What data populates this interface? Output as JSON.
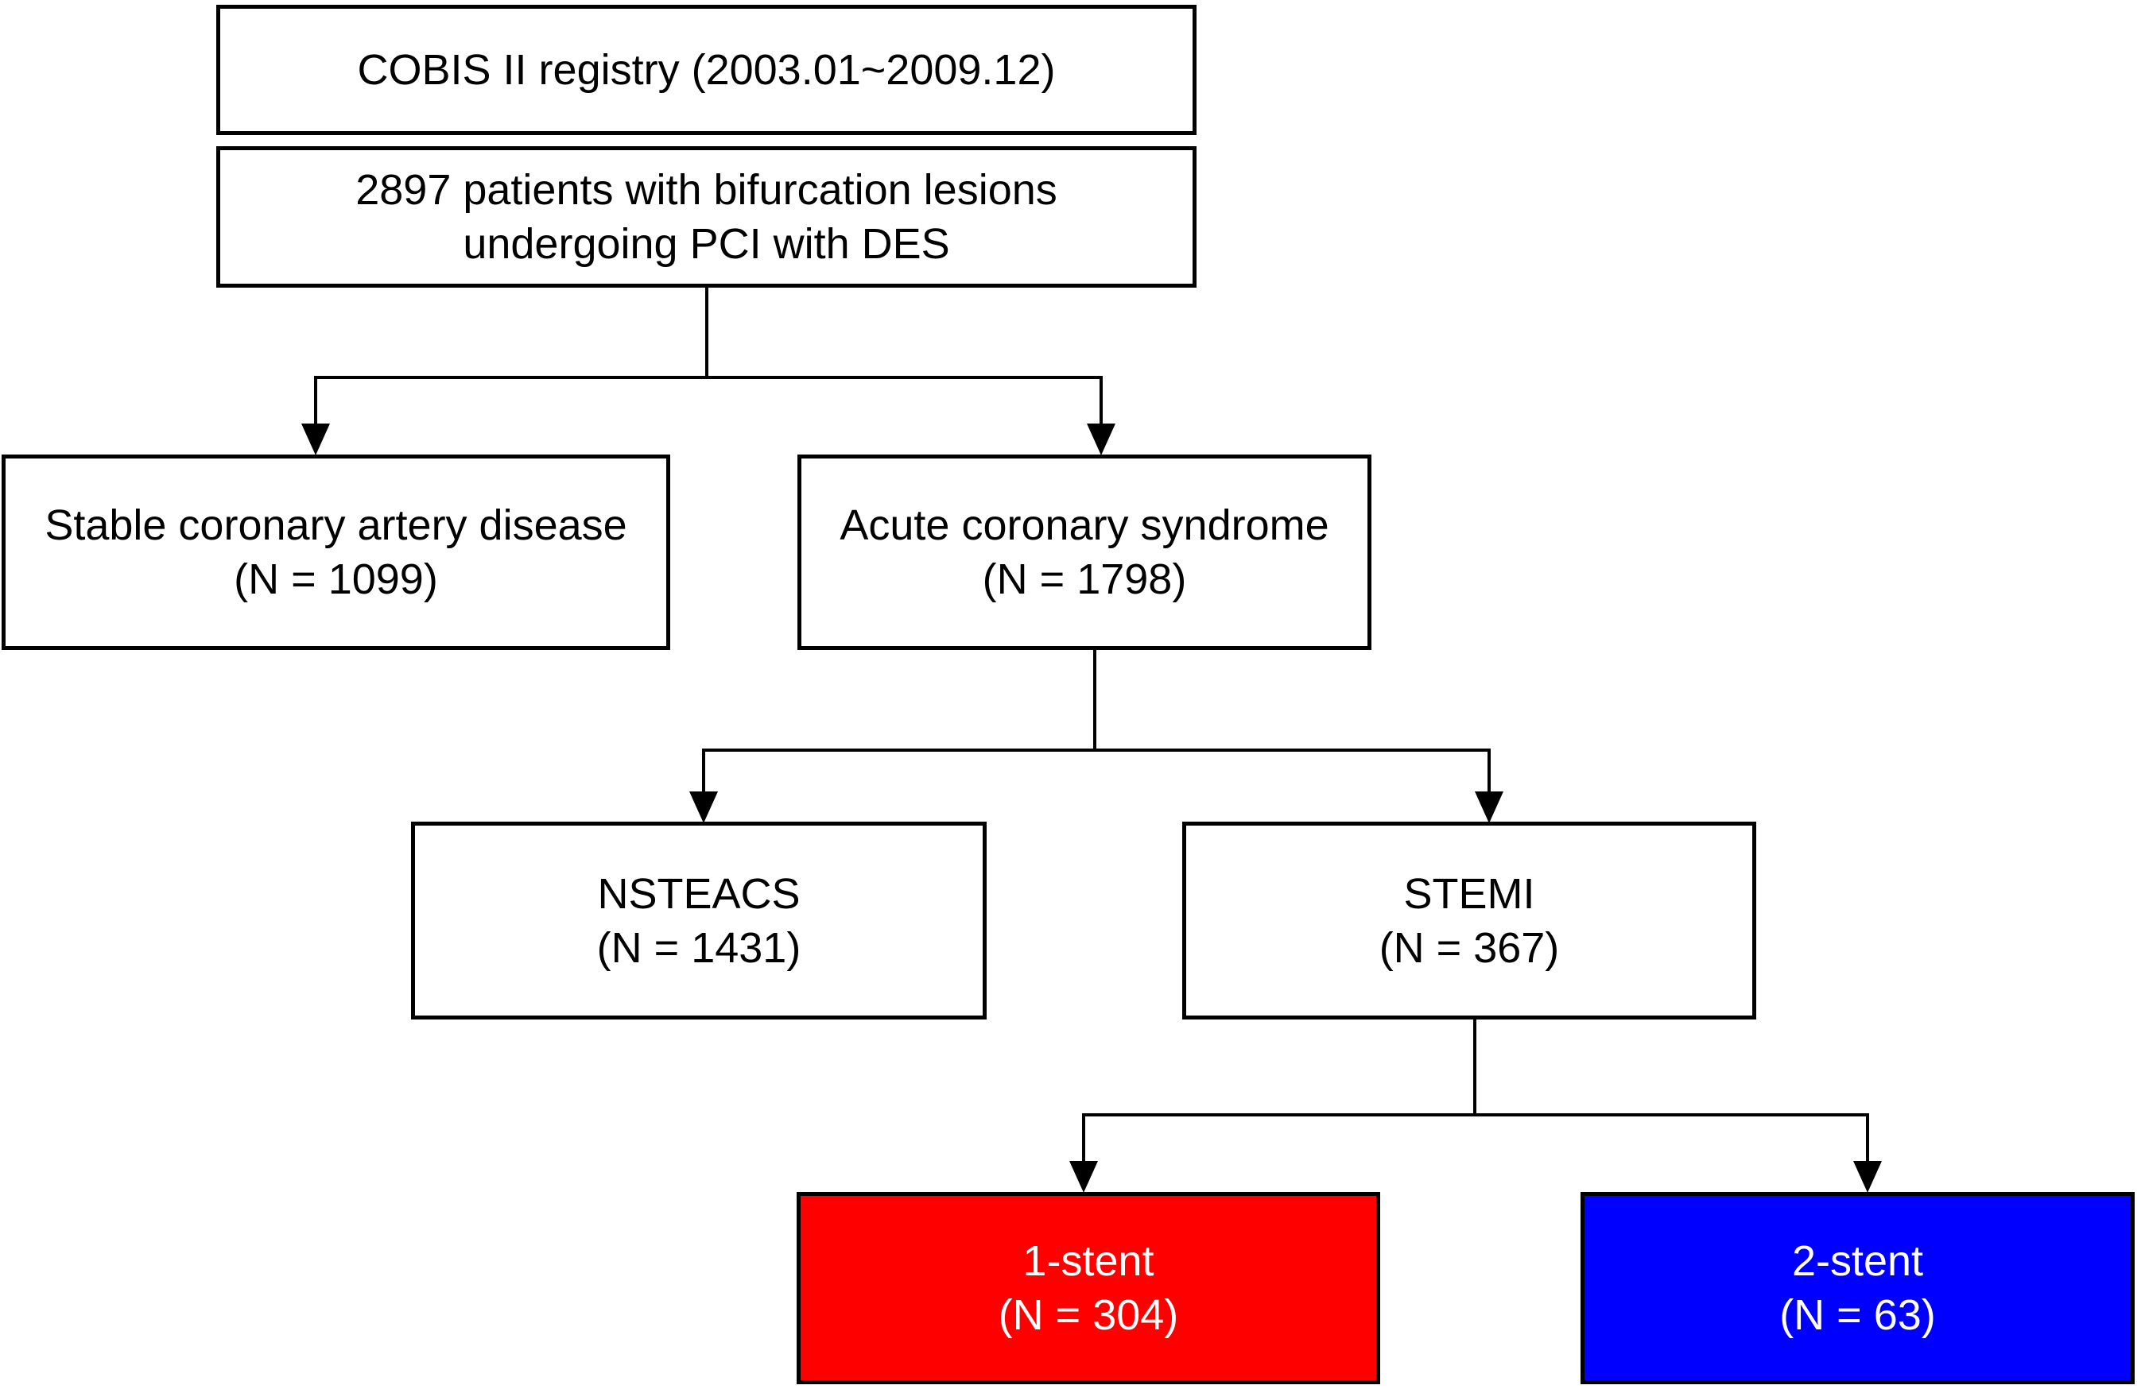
{
  "diagram": {
    "colors": {
      "background": "#ffffff",
      "box_border": "#000000",
      "box_fill": "#ffffff",
      "box_text": "#000000",
      "one_stent_fill": "#ff0000",
      "two_stent_fill": "#0000ff",
      "stent_text": "#ffffff"
    },
    "nodes": {
      "registry": {
        "lines": [
          "COBIS II registry (2003.01~2009.12)"
        ],
        "fill": "#ffffff",
        "text_color": "#000000"
      },
      "patients": {
        "lines": [
          "2897 patients with bifurcation lesions",
          "undergoing PCI with DES"
        ],
        "fill": "#ffffff",
        "text_color": "#000000"
      },
      "stable_cad": {
        "lines": [
          "Stable coronary artery disease",
          "(N = 1099)"
        ],
        "fill": "#ffffff",
        "text_color": "#000000"
      },
      "acs": {
        "lines": [
          "Acute coronary syndrome",
          "(N = 1798)"
        ],
        "fill": "#ffffff",
        "text_color": "#000000"
      },
      "nsteacs": {
        "lines": [
          "NSTEACS",
          "(N = 1431)"
        ],
        "fill": "#ffffff",
        "text_color": "#000000"
      },
      "stemi": {
        "lines": [
          "STEMI",
          "(N = 367)"
        ],
        "fill": "#ffffff",
        "text_color": "#000000"
      },
      "one_stent": {
        "lines": [
          "1-stent",
          "(N = 304)"
        ],
        "fill": "#ff0000",
        "text_color": "#ffffff"
      },
      "two_stent": {
        "lines": [
          "2-stent",
          "(N = 63)"
        ],
        "fill": "#0000ff",
        "text_color": "#ffffff"
      }
    },
    "edges": [
      {
        "from": "patients",
        "to": "stable_cad"
      },
      {
        "from": "patients",
        "to": "acs"
      },
      {
        "from": "acs",
        "to": "nsteacs"
      },
      {
        "from": "acs",
        "to": "stemi"
      },
      {
        "from": "stemi",
        "to": "one_stent"
      },
      {
        "from": "stemi",
        "to": "two_stent"
      }
    ]
  }
}
